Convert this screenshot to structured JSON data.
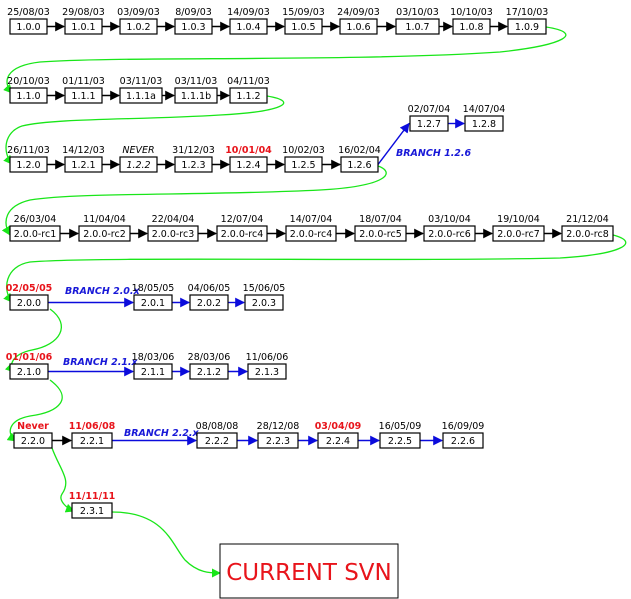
{
  "colors": {
    "black": "#000000",
    "blue": "#0b0bdc",
    "green": "#19e619",
    "red": "#e8141b",
    "branch_label": "#1818d8"
  },
  "versions": [
    {
      "id": "1.0.0",
      "label": "1.0.0",
      "date": "25/08/03"
    },
    {
      "id": "1.0.1",
      "label": "1.0.1",
      "date": "29/08/03"
    },
    {
      "id": "1.0.2",
      "label": "1.0.2",
      "date": "03/09/03"
    },
    {
      "id": "1.0.3",
      "label": "1.0.3",
      "date": "8/09/03"
    },
    {
      "id": "1.0.4",
      "label": "1.0.4",
      "date": "14/09/03"
    },
    {
      "id": "1.0.5",
      "label": "1.0.5",
      "date": "15/09/03"
    },
    {
      "id": "1.0.6",
      "label": "1.0.6",
      "date": "24/09/03"
    },
    {
      "id": "1.0.7",
      "label": "1.0.7",
      "date": "03/10/03"
    },
    {
      "id": "1.0.8",
      "label": "1.0.8",
      "date": "10/10/03"
    },
    {
      "id": "1.0.9",
      "label": "1.0.9",
      "date": "17/10/03"
    },
    {
      "id": "1.1.0",
      "label": "1.1.0",
      "date": "20/10/03"
    },
    {
      "id": "1.1.1",
      "label": "1.1.1",
      "date": "01/11/03"
    },
    {
      "id": "1.1.1a",
      "label": "1.1.1a",
      "date": "03/11/03"
    },
    {
      "id": "1.1.1b",
      "label": "1.1.1b",
      "date": "03/11/03"
    },
    {
      "id": "1.1.2",
      "label": "1.1.2",
      "date": "04/11/03"
    },
    {
      "id": "1.2.0",
      "label": "1.2.0",
      "date": "26/11/03"
    },
    {
      "id": "1.2.1",
      "label": "1.2.1",
      "date": "14/12/03"
    },
    {
      "id": "1.2.2",
      "label": "1.2.2",
      "date": "NEVER",
      "italic": true
    },
    {
      "id": "1.2.3",
      "label": "1.2.3",
      "date": "31/12/03"
    },
    {
      "id": "1.2.4",
      "label": "1.2.4",
      "date": "10/01/04",
      "red": true
    },
    {
      "id": "1.2.5",
      "label": "1.2.5",
      "date": "10/02/03"
    },
    {
      "id": "1.2.6",
      "label": "1.2.6",
      "date": "16/02/04"
    },
    {
      "id": "1.2.7",
      "label": "1.2.7",
      "date": "02/07/04"
    },
    {
      "id": "1.2.8",
      "label": "1.2.8",
      "date": "14/07/04"
    },
    {
      "id": "2.0.0-rc1",
      "label": "2.0.0-rc1",
      "date": "26/03/04"
    },
    {
      "id": "2.0.0-rc2",
      "label": "2.0.0-rc2",
      "date": "11/04/04"
    },
    {
      "id": "2.0.0-rc3",
      "label": "2.0.0-rc3",
      "date": "22/04/04"
    },
    {
      "id": "2.0.0-rc4a",
      "label": "2.0.0-rc4",
      "date": "12/07/04"
    },
    {
      "id": "2.0.0-rc4b",
      "label": "2.0.0-rc4",
      "date": "14/07/04"
    },
    {
      "id": "2.0.0-rc5",
      "label": "2.0.0-rc5",
      "date": "18/07/04"
    },
    {
      "id": "2.0.0-rc6",
      "label": "2.0.0-rc6",
      "date": "03/10/04"
    },
    {
      "id": "2.0.0-rc7",
      "label": "2.0.0-rc7",
      "date": "19/10/04"
    },
    {
      "id": "2.0.0-rc8",
      "label": "2.0.0-rc8",
      "date": "21/12/04"
    },
    {
      "id": "2.0.0",
      "label": "2.0.0",
      "date": "02/05/05",
      "red": true
    },
    {
      "id": "2.0.1",
      "label": "2.0.1",
      "date": "18/05/05"
    },
    {
      "id": "2.0.2",
      "label": "2.0.2",
      "date": "04/06/05"
    },
    {
      "id": "2.0.3",
      "label": "2.0.3",
      "date": "15/06/05"
    },
    {
      "id": "2.1.0",
      "label": "2.1.0",
      "date": "01/01/06",
      "red": true
    },
    {
      "id": "2.1.1",
      "label": "2.1.1",
      "date": "18/03/06"
    },
    {
      "id": "2.1.2",
      "label": "2.1.2",
      "date": "28/03/06"
    },
    {
      "id": "2.1.3",
      "label": "2.1.3",
      "date": "11/06/06"
    },
    {
      "id": "2.2.0",
      "label": "2.2.0",
      "date": "Never",
      "red": true
    },
    {
      "id": "2.2.1",
      "label": "2.2.1",
      "date": "11/06/08",
      "red": true
    },
    {
      "id": "2.2.2",
      "label": "2.2.2",
      "date": "08/08/08"
    },
    {
      "id": "2.2.3",
      "label": "2.2.3",
      "date": "28/12/08"
    },
    {
      "id": "2.2.4",
      "label": "2.2.4",
      "date": "03/04/09",
      "red": true
    },
    {
      "id": "2.2.5",
      "label": "2.2.5",
      "date": "16/05/09"
    },
    {
      "id": "2.2.6",
      "label": "2.2.6",
      "date": "16/09/09"
    },
    {
      "id": "2.3.1",
      "label": "2.3.1",
      "date": "11/11/11",
      "red": true
    }
  ],
  "branches": [
    {
      "id": "b126",
      "label": "BRANCH 1.2.6"
    },
    {
      "id": "b20x",
      "label": "BRANCH 2.0.x"
    },
    {
      "id": "b21x",
      "label": "BRANCH 2.1.x"
    },
    {
      "id": "b22x",
      "label": "BRANCH 2.2.x"
    }
  ],
  "edges": [
    [
      "1.0.0",
      "1.0.1",
      "black"
    ],
    [
      "1.0.1",
      "1.0.2",
      "black"
    ],
    [
      "1.0.2",
      "1.0.3",
      "black"
    ],
    [
      "1.0.3",
      "1.0.4",
      "black"
    ],
    [
      "1.0.4",
      "1.0.5",
      "black"
    ],
    [
      "1.0.5",
      "1.0.6",
      "black"
    ],
    [
      "1.0.6",
      "1.0.7",
      "black"
    ],
    [
      "1.0.7",
      "1.0.8",
      "black"
    ],
    [
      "1.0.8",
      "1.0.9",
      "black"
    ],
    [
      "1.1.0",
      "1.1.1",
      "black"
    ],
    [
      "1.1.1",
      "1.1.1a",
      "black"
    ],
    [
      "1.1.1a",
      "1.1.1b",
      "black"
    ],
    [
      "1.1.1b",
      "1.1.2",
      "black"
    ],
    [
      "1.2.0",
      "1.2.1",
      "black"
    ],
    [
      "1.2.1",
      "1.2.2",
      "black"
    ],
    [
      "1.2.2",
      "1.2.3",
      "black"
    ],
    [
      "1.2.3",
      "1.2.4",
      "black"
    ],
    [
      "1.2.4",
      "1.2.5",
      "black"
    ],
    [
      "1.2.5",
      "1.2.6",
      "black"
    ],
    [
      "1.2.6",
      "1.2.7",
      "blue"
    ],
    [
      "1.2.7",
      "1.2.8",
      "blue"
    ],
    [
      "2.0.0-rc1",
      "2.0.0-rc2",
      "black"
    ],
    [
      "2.0.0-rc2",
      "2.0.0-rc3",
      "black"
    ],
    [
      "2.0.0-rc3",
      "2.0.0-rc4a",
      "black"
    ],
    [
      "2.0.0-rc4a",
      "2.0.0-rc4b",
      "black"
    ],
    [
      "2.0.0-rc4b",
      "2.0.0-rc5",
      "black"
    ],
    [
      "2.0.0-rc5",
      "2.0.0-rc6",
      "black"
    ],
    [
      "2.0.0-rc6",
      "2.0.0-rc7",
      "black"
    ],
    [
      "2.0.0-rc7",
      "2.0.0-rc8",
      "black"
    ],
    [
      "2.0.0",
      "2.0.1",
      "blue"
    ],
    [
      "2.0.1",
      "2.0.2",
      "blue"
    ],
    [
      "2.0.2",
      "2.0.3",
      "blue"
    ],
    [
      "2.1.0",
      "2.1.1",
      "blue"
    ],
    [
      "2.1.1",
      "2.1.2",
      "blue"
    ],
    [
      "2.1.2",
      "2.1.3",
      "blue"
    ],
    [
      "2.2.0",
      "2.2.1",
      "black"
    ],
    [
      "2.2.1",
      "2.2.2",
      "blue"
    ],
    [
      "2.2.2",
      "2.2.3",
      "blue"
    ],
    [
      "2.2.3",
      "2.2.4",
      "blue"
    ],
    [
      "2.2.4",
      "2.2.5",
      "blue"
    ],
    [
      "2.2.5",
      "2.2.6",
      "blue"
    ]
  ],
  "current_svn": {
    "label": "CURRENT SVN"
  }
}
